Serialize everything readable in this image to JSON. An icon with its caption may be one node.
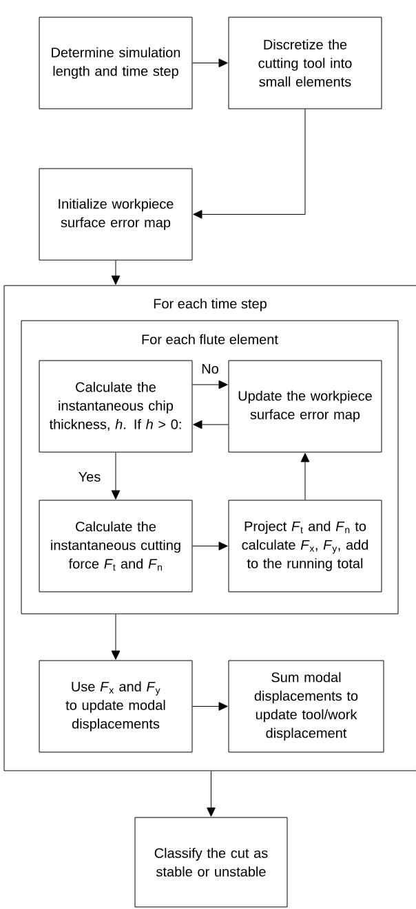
{
  "diagram": {
    "nodes": [
      {
        "text": [
          "Determine simulation length and time step"
        ]
      },
      {
        "text": [
          "Discretize the cutting tool into small elements"
        ]
      },
      {
        "text": [
          "Initialize workpiece surface error map"
        ]
      },
      {
        "text": [
          "For each time step"
        ]
      },
      {
        "text": [
          "For each flute element"
        ],
        "in": 3
      },
      {
        "text": [
          "Calculate the instantaneous chip thickness, *h*. If *h* > 0:"
        ],
        "in": 4
      },
      {
        "text": [
          "Update the workpiece surface error map"
        ],
        "in": 4
      },
      {
        "text": [
          "Calculate the instantaneous cutting force *F*$_{t}$ and *F*$_{n}$"
        ],
        "in": 4
      },
      {
        "text": [
          "Project *F*$_{t}$ and *F*$_{n}$ to calculate *F*$_{x}$, *F*$_{y}$, add to the running total"
        ],
        "in": 4
      },
      {
        "text": [
          "Use *F*$_{x}$ and *F*$_{y}$ to update modal displacements"
        ],
        "in": 3
      },
      {
        "text": [
          "Sum modal displacements to update tool/work displacement"
        ],
        "in": 3
      },
      {
        "text": [
          "Classify the cut as stable or unstable"
        ]
      }
    ],
    "edges": [
      {
        "from": 0,
        "to": 1,
        "arrow": "to"
      },
      {
        "from": 1,
        "to": 2,
        "arrow": "to"
      },
      {
        "from": 2,
        "to": 3,
        "arrow": "to"
      },
      {
        "from": 5,
        "to": 6,
        "arrow": "to",
        "label": "No"
      },
      {
        "from": 6,
        "to": 5,
        "arrow": "to"
      },
      {
        "from": 5,
        "to": 7,
        "arrow": "to",
        "label": "Yes"
      },
      {
        "from": 7,
        "to": 8,
        "arrow": "to"
      },
      {
        "from": 8,
        "to": 6,
        "arrow": "to"
      },
      {
        "from": 4,
        "to": 9,
        "arrow": "to"
      },
      {
        "from": 9,
        "to": 10,
        "arrow": "to"
      },
      {
        "from": 3,
        "to": 11,
        "arrow": "to"
      }
    ]
  }
}
